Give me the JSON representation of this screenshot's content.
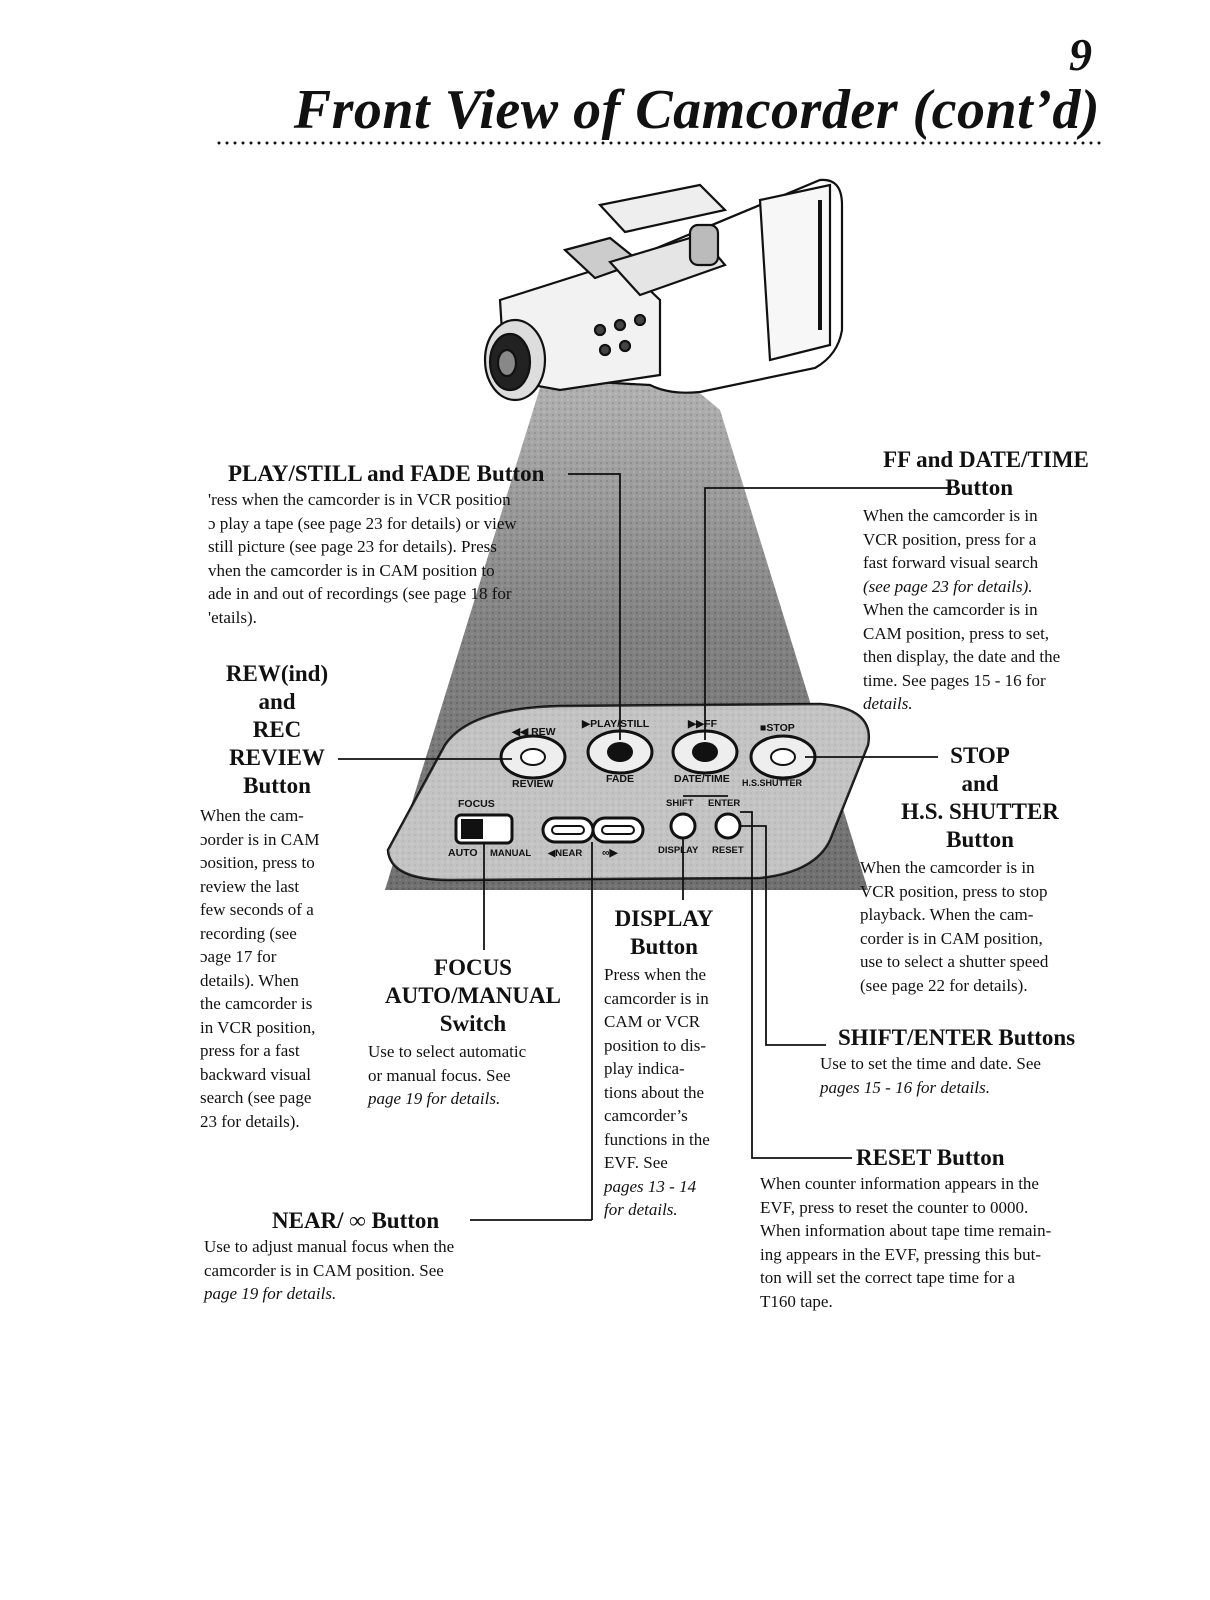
{
  "page_number": "9",
  "title": "Front View of Camcorder (cont’d)",
  "panel_labels": {
    "rew": "◀◀ REW",
    "play_still": "▶PLAY/STILL",
    "ff": "▶▶FF",
    "stop": "■STOP",
    "review": "REVIEW",
    "fade": "FADE",
    "date_time": "DATE/TIME",
    "hs_shutter": "H.S.SHUTTER",
    "focus": "FOCUS",
    "shift": "SHIFT",
    "enter": "ENTER",
    "auto": "AUTO",
    "manual": "MANUAL",
    "near": "◀NEAR",
    "infinity": "∞▶",
    "display": "DISPLAY",
    "reset": "RESET"
  },
  "callouts": {
    "play_still": {
      "title": "PLAY/STILL and FADE Button",
      "lines": [
        "'ress when the camcorder is in VCR position",
        "ɔ play a tape (see page 23 for details) or view",
        "still picture (see page 23 for details). Press",
        "vhen the camcorder is in CAM position to",
        "ade in and out of recordings (see page 18 for",
        "'etails)."
      ]
    },
    "rew": {
      "title_lines": [
        "REW(ind)",
        "and",
        "REC",
        "REVIEW",
        "Button"
      ],
      "lines": [
        "When the cam-",
        "ɔorder is in CAM",
        "ɔosition, press to",
        "review the last",
        "few seconds of a",
        "recording (see",
        "ɔage 17 for",
        "details). When",
        "the camcorder is",
        "in VCR position,",
        "press for a fast",
        "backward visual",
        "search (see page",
        "23 for details)."
      ]
    },
    "ff": {
      "title_lines": [
        "FF and DATE/TIME",
        "Button"
      ],
      "lines": [
        "When the camcorder is in",
        "VCR position, press for a",
        "fast forward visual search",
        "(see page 23 for details).",
        "When the camcorder is in",
        "CAM position, press to set,",
        "then display, the date and the",
        "time. See pages 15 - 16 for",
        "details."
      ]
    },
    "stop": {
      "title_lines": [
        "STOP",
        "and",
        "H.S. SHUTTER",
        "Button"
      ],
      "lines": [
        "When the camcorder is in",
        "VCR position, press to stop",
        "playback. When the cam-",
        "corder is in CAM position,",
        "use to select a shutter speed",
        "(see page 22 for details)."
      ]
    },
    "display": {
      "title_lines": [
        "DISPLAY",
        "Button"
      ],
      "lines": [
        "Press when the",
        "camcorder is in",
        "CAM or VCR",
        "position to dis-",
        "play indica-",
        "tions about the",
        "camcorder’s",
        "functions in the",
        "EVF. See",
        "pages 13 - 14",
        "for details."
      ]
    },
    "focus": {
      "title_lines": [
        "FOCUS",
        "AUTO/MANUAL",
        "Switch"
      ],
      "lines": [
        "Use to select automatic",
        "or manual focus. See",
        "page 19 for details."
      ]
    },
    "shift_enter": {
      "title": "SHIFT/ENTER Buttons",
      "lines": [
        "Use to set the time and date. See",
        "pages 15 - 16 for details."
      ]
    },
    "reset": {
      "title": "RESET Button",
      "lines": [
        "When counter information appears in the",
        "EVF, press to reset the counter to 0000.",
        "When information about tape time remain-",
        "ing appears in the EVF, pressing this but-",
        "ton will set the correct tape time for a",
        "T160 tape."
      ]
    },
    "near": {
      "title": "NEAR/ ∞ Button",
      "lines": [
        "Use to adjust manual focus when the",
        "camcorder is in CAM position. See",
        "page 19 for details."
      ]
    }
  }
}
